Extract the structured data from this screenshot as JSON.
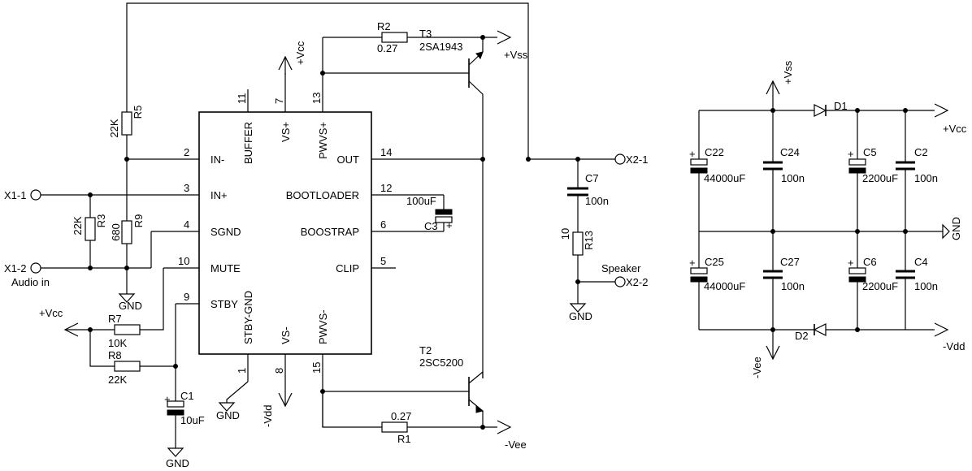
{
  "ic_pins": {
    "left": [
      {
        "num": "2",
        "name": "IN-"
      },
      {
        "num": "3",
        "name": "IN+"
      },
      {
        "num": "4",
        "name": "SGND"
      },
      {
        "num": "10",
        "name": "MUTE"
      },
      {
        "num": "9",
        "name": "STBY"
      }
    ],
    "right": [
      {
        "num": "14",
        "name": "OUT"
      },
      {
        "num": "12",
        "name": "BOOTLOADER"
      },
      {
        "num": "6",
        "name": "BOOSTRAP"
      },
      {
        "num": "5",
        "name": "CLIP"
      }
    ],
    "top": [
      {
        "num": "11",
        "name": "BUFFER"
      },
      {
        "num": "7",
        "name": "VS+"
      },
      {
        "num": "13",
        "name": "PWVS+"
      }
    ],
    "bottom": [
      {
        "num": "1",
        "name": "STBY-GND"
      },
      {
        "num": "8",
        "name": "VS-"
      },
      {
        "num": "15",
        "name": "PWVS-"
      }
    ]
  },
  "components": {
    "r1": {
      "ref": "R1",
      "value": "0.27"
    },
    "r2": {
      "ref": "R2",
      "value": "0.27"
    },
    "r3": {
      "ref": "R3",
      "value": "22K"
    },
    "r5": {
      "ref": "R5",
      "value": "22K"
    },
    "r7": {
      "ref": "R7",
      "value": "10K"
    },
    "r8": {
      "ref": "R8",
      "value": "22K"
    },
    "r9": {
      "ref": "R9",
      "value": "680"
    },
    "r13": {
      "ref": "R13",
      "value": "10"
    },
    "t2": {
      "ref": "T2",
      "value": "2SC5200"
    },
    "t3": {
      "ref": "T3",
      "value": "2SA1943"
    },
    "c1": {
      "ref": "C1",
      "value": "10uF"
    },
    "c3": {
      "ref": "C3",
      "value": "100uF"
    },
    "c7": {
      "ref": "C7",
      "value": "100n"
    },
    "c22": {
      "ref": "C22",
      "value": "44000uF"
    },
    "c24": {
      "ref": "C24",
      "value": "100n"
    },
    "c5": {
      "ref": "C5",
      "value": "2200uF"
    },
    "c2": {
      "ref": "C2",
      "value": "100n"
    },
    "c25": {
      "ref": "C25",
      "value": "44000uF"
    },
    "c27": {
      "ref": "C27",
      "value": "100n"
    },
    "c6": {
      "ref": "C6",
      "value": "2200uF"
    },
    "c4": {
      "ref": "C4",
      "value": "100n"
    },
    "d1": {
      "ref": "D1"
    },
    "d2": {
      "ref": "D2"
    }
  },
  "connectors": {
    "x1_1": "X1-1",
    "x1_2": "X1-2",
    "x2_1": "X2-1",
    "x2_2": "X2-2",
    "audio_in": "Audio in",
    "speaker": "Speaker"
  },
  "rails": {
    "vcc": "+Vcc",
    "vss": "+Vss",
    "vee": "-Vee",
    "vdd": "-Vdd",
    "gnd": "GND"
  },
  "polarity_mark": "+"
}
